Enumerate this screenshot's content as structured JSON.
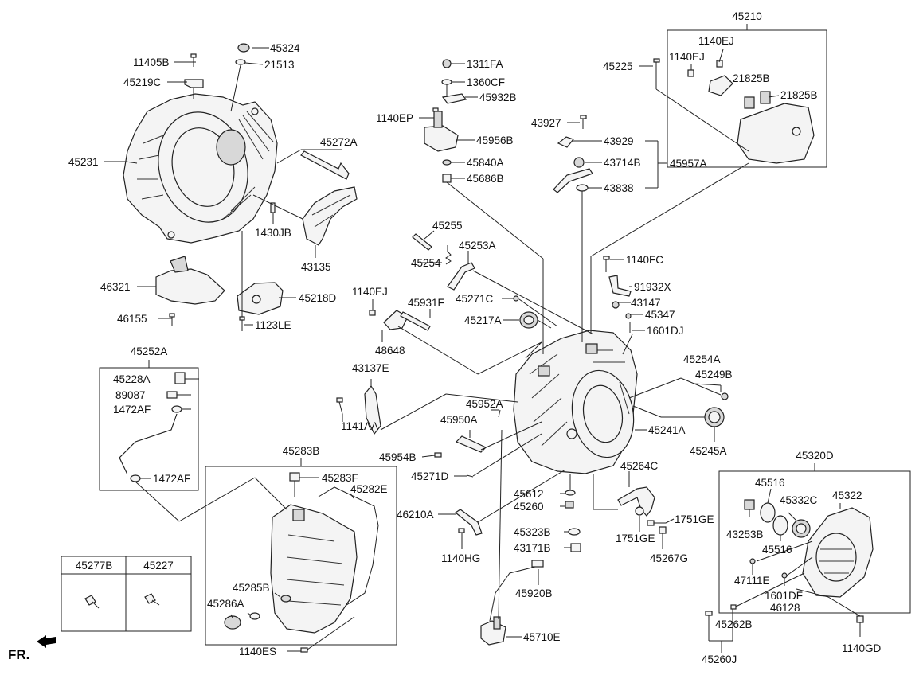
{
  "orientation_label": "FR.",
  "group_headers": {
    "top_right": "45210",
    "hose_kit": "45252A",
    "oil_pan": "45283B",
    "rear_cover": "45320D",
    "bolts_left": "45277B",
    "bolts_right": "45227"
  },
  "labels": {
    "l45324": "45324",
    "l11405b": "11405B",
    "l21513": "21513",
    "l45219c": "45219C",
    "l45231": "45231",
    "l45272a": "45272A",
    "l1430jb": "1430JB",
    "l43135": "43135",
    "l46321": "46321",
    "l45218d": "45218D",
    "l46155": "46155",
    "l1123le": "1123LE",
    "l1311fa": "1311FA",
    "l1360cf": "1360CF",
    "l45932b": "45932B",
    "l1140ep": "1140EP",
    "l45956b": "45956B",
    "l45840a": "45840A",
    "l45686b": "45686B",
    "l43927": "43927",
    "l43929": "43929",
    "l43714b": "43714B",
    "l45957a": "45957A",
    "l43838": "43838",
    "l45225": "45225",
    "l1140ej_a": "1140EJ",
    "l1140ej_b": "1140EJ",
    "l21825b_a": "21825B",
    "l21825b_b": "21825B",
    "l45255": "45255",
    "l45253a": "45253A",
    "l45254": "45254",
    "l1140fc": "1140FC",
    "l91932x": "91932X",
    "l43147": "43147",
    "l45347": "45347",
    "l1601dj": "1601DJ",
    "l1140ej_c": "1140EJ",
    "l45931f": "45931F",
    "l45271c": "45271C",
    "l45217a": "45217A",
    "l48648": "48648",
    "l43137e": "43137E",
    "l1141aa": "1141AA",
    "l45254a": "45254A",
    "l45249b": "45249B",
    "l45952a": "45952A",
    "l45950a": "45950A",
    "l45241a": "45241A",
    "l45245a": "45245A",
    "l45954b": "45954B",
    "l45271d": "45271D",
    "l45264c": "45264C",
    "l45228a": "45228A",
    "l89087": "89087",
    "l1472af_a": "1472AF",
    "l1472af_b": "1472AF",
    "l45283f": "45283F",
    "l45282e": "45282E",
    "l45612": "45612",
    "l45260": "45260",
    "l46210a": "46210A",
    "l45323b": "45323B",
    "l43171b": "43171B",
    "l1140hg": "1140HG",
    "l1751ge_a": "1751GE",
    "l1751ge_b": "1751GE",
    "l45267g": "45267G",
    "l45920b": "45920B",
    "l45285b": "45285B",
    "l45286a": "45286A",
    "l45710e": "45710E",
    "l1140es": "1140ES",
    "l45516_a": "45516",
    "l45332c": "45332C",
    "l45322": "45322",
    "l43253b": "43253B",
    "l45516_b": "45516",
    "l47111e": "47111E",
    "l1601df": "1601DF",
    "l46128": "46128",
    "l45262b": "45262B",
    "l45260j": "45260J",
    "l1140gd": "1140GD"
  }
}
